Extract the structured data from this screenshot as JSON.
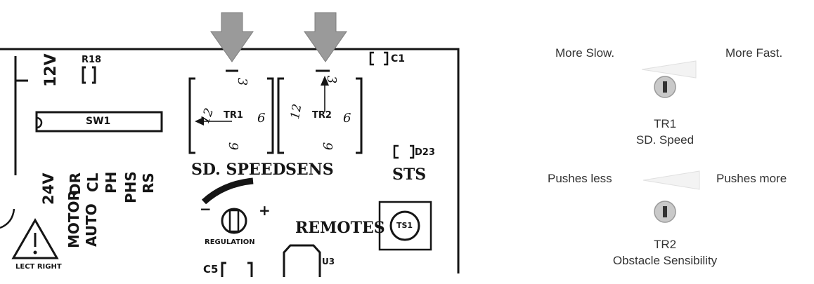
{
  "board": {
    "labels": {
      "v12": "12V",
      "r18": "R18",
      "c1": "C1",
      "sw1": "SW1",
      "tr1": "TR1",
      "tr2": "TR2",
      "sd_speed": "SD. SPEED",
      "sens": "SENS",
      "d23": "D23",
      "sts": "STS",
      "v24": "24V",
      "motor": "MOTOR",
      "auto": "AUTO",
      "dr": "DR",
      "cl": "CL",
      "ph": "PH",
      "phs": "PHS",
      "rs": "RS",
      "regulation": "REGULATION",
      "minus": "−",
      "plus": "+",
      "remotes": "REMOTES",
      "ts1": "TS1",
      "c5": "C5",
      "u3": "U3",
      "lect_right": "LECT RIGHT"
    },
    "handwriting": {
      "tr1_top": "3",
      "tr1_right": "6",
      "tr1_left": "12",
      "tr1_bottom": "9",
      "tr2_top": "3",
      "tr2_right": "6",
      "tr2_left": "12",
      "tr2_bottom": "9"
    }
  },
  "legend": {
    "tr1": {
      "left": "More Slow.",
      "right": "More Fast.",
      "name": "TR1",
      "desc": "SD. Speed"
    },
    "tr2": {
      "left": "Pushes less",
      "right": "Pushes more",
      "name": "TR2",
      "desc": "Obstacle Sensibility"
    }
  },
  "colors": {
    "ink": "#151515",
    "arrow": "#9a9a9a",
    "legend_text": "#333333",
    "knob": "#c9c9c9"
  }
}
